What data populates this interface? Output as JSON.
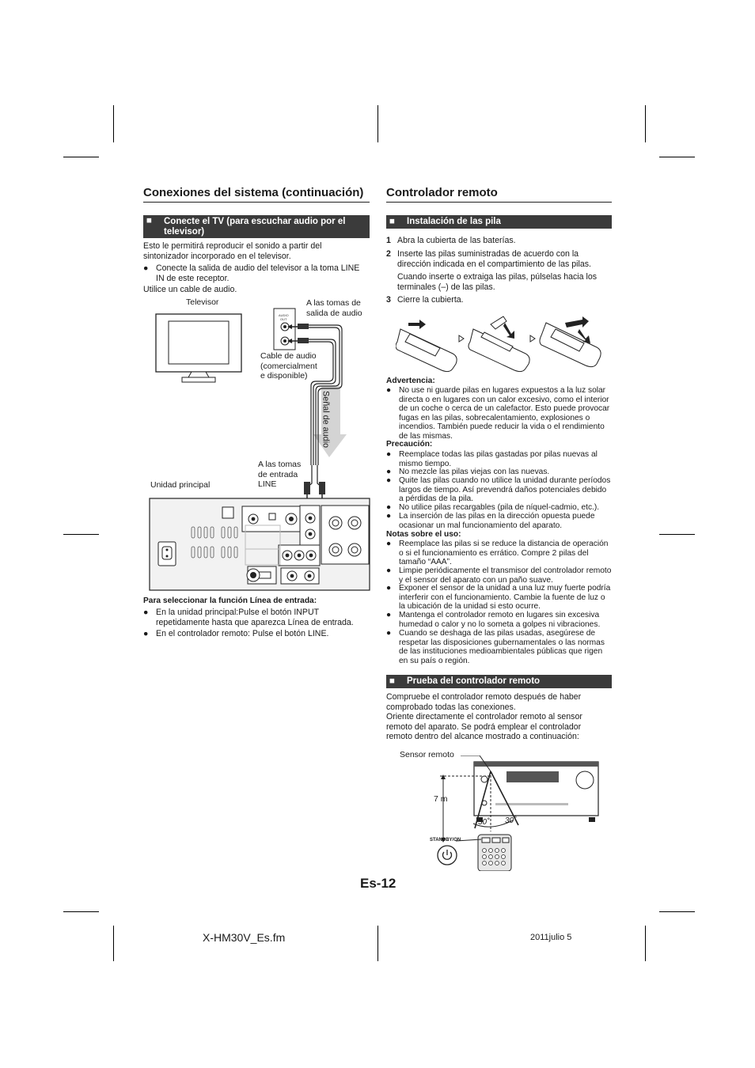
{
  "left": {
    "heading": "Conexiones del sistema (continuación)",
    "section": {
      "marker": "■",
      "title": "Conecte el TV (para escuchar audio por el televisor)"
    },
    "intro": "Esto le permitirá reproducir el sonido a partir del sintonizador incorporado en el televisor.",
    "bullet1": "Conecte la salida de audio del televisor a la toma LINE IN de este receptor.",
    "cable_note": "Utilice un cable de audio.",
    "diagram": {
      "tv_label": "Televisor",
      "tv_out_label": "A las tomas de salida de audio",
      "cable_label": "Cable de audio (comercialment e disponible)",
      "signal_label": "Señal de audio",
      "line_in_label": "A las tomas de entrada LINE",
      "unit_label": "Unidad principal"
    },
    "line_select_title": "Para seleccionar la función Línea de entrada:",
    "line_select": [
      "En la unidad principal:Pulse el botón INPUT repetidamente hasta que aparezca Línea de entrada.",
      "En el controlador remoto: Pulse el botón LINE."
    ]
  },
  "right": {
    "heading": "Controlador remoto",
    "install": {
      "marker": "■",
      "title": "Instalación de las pila"
    },
    "steps": [
      {
        "n": "1",
        "text": "Abra la cubierta de las baterías."
      },
      {
        "n": "2",
        "text": "Inserte las pilas suministradas de acuerdo con la dirección indicada en el compartimiento de las pilas."
      },
      {
        "n": "",
        "text": "Cuando inserte o extraiga las pilas, púlselas hacia los terminales (–) de las pilas."
      },
      {
        "n": "3",
        "text": "Cierre la cubierta."
      }
    ],
    "warning_title": "Advertencia:",
    "warning": [
      "No use ni guarde pilas en lugares expuestos a la luz solar directa o en lugares con un calor excesivo, como el interior de un coche o cerca de un calefactor. Esto puede provocar fugas en las pilas, sobrecalentamiento, explosiones o incendios. También puede reducir la vida o el rendimiento de las mismas."
    ],
    "caution_title": "Precaución:",
    "caution": [
      "Reemplace todas las pilas gastadas por pilas nuevas al mismo tiempo.",
      "No mezcle las pilas viejas con las nuevas.",
      "Quite las pilas cuando no utilice la unidad durante períodos largos de tiempo. Así prevendrá daños potenciales debido a pérdidas de la pila.",
      "No utilice pilas recargables (pila de níquel-cadmio, etc.).",
      "La inserción de las pilas en la dirección opuesta puede ocasionar un mal funcionamiento del aparato."
    ],
    "notes_title": "Notas sobre el uso:",
    "notes": [
      "Reemplace las pilas si se reduce la distancia de operación o si el funcionamiento es errático. Compre 2 pilas del tamaño “AAA”.",
      "Limpie periódicamente el transmisor del controlador remoto y el sensor del aparato con un paño suave.",
      "Exponer el sensor de la unidad a una luz muy fuerte podría interferir con el funcionamiento. Cambie la fuente de luz o la ubicación de la unidad si esto ocurre.",
      "Mantenga el controlador remoto en lugares sin excesiva humedad o calor y no lo someta a golpes ni vibraciones.",
      "Cuando se deshaga de las pilas usadas, asegúrese de respetar las disposiciones gubernamentales o las normas de las instituciones medioambientales públicas que rigen en su país o región."
    ],
    "test": {
      "marker": "■",
      "title": "Prueba del controlador remoto"
    },
    "test_text": "Compruebe el controlador remoto después de haber comprobado todas las conexiones.\nOriente directamente el controlador remoto al sensor remoto del aparato. Se podrá emplear el controlador remoto dentro del alcance mostrado a continuación:",
    "range_diagram": {
      "sensor_label": "Sensor remoto",
      "distance": "7 m",
      "angle_left": "30˚",
      "angle_right": "30˚",
      "standby_label": "STANDBY/ON"
    }
  },
  "page_number": "Es-12",
  "footer": {
    "file": "X-HM30V_Es.fm",
    "date": "2011julio 5"
  },
  "bullet_char": "●"
}
